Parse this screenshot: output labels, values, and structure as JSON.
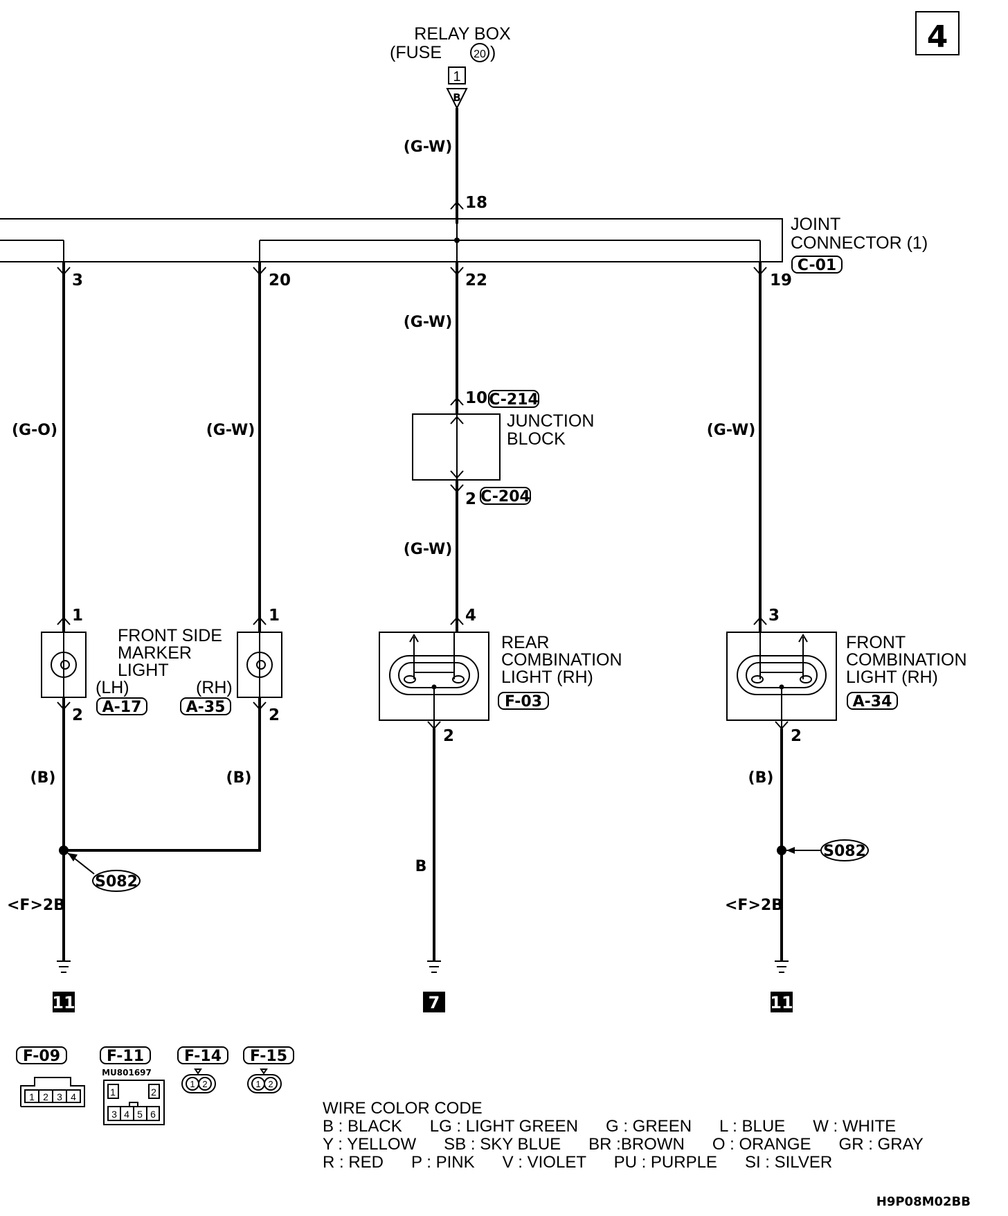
{
  "page_number": "4",
  "relay_box": {
    "line1": "RELAY BOX",
    "line2_prefix": "(FUSE",
    "fuse_no": "20",
    "line2_suffix": ")",
    "pin": "1",
    "arrow_label": "B"
  },
  "joint_connector": {
    "line1": "JOINT",
    "line2": "CONNECTOR (1)",
    "code": "C-01"
  },
  "junction_block": {
    "line1": "JUNCTION",
    "line2": "BLOCK",
    "code_top": "C-214",
    "code_bottom": "C-204"
  },
  "wire_colors": {
    "gw": "(G-W)",
    "go": "(G-O)",
    "b": "(B)",
    "b_plain": "B"
  },
  "pins": {
    "p18": "18",
    "p3": "3",
    "p20": "20",
    "p22": "22",
    "p19": "19",
    "jb_in": "10",
    "jb_out": "2",
    "lh_top": "1",
    "lh_bot": "2",
    "rh_top": "1",
    "rh_bot": "2",
    "rear_top": "4",
    "rear_bot": "2",
    "front_top": "3",
    "front_bot": "2"
  },
  "marker_light": {
    "line1": "FRONT SIDE",
    "line2": "MARKER",
    "line3": "LIGHT",
    "lh": "(LH)",
    "rh": "(RH)",
    "code_lh": "A-17",
    "code_rh": "A-35"
  },
  "rear_combo": {
    "line1": "REAR",
    "line2": "COMBINATION",
    "line3": "LIGHT (RH)",
    "code": "F-03"
  },
  "front_combo": {
    "line1": "FRONT",
    "line2": "COMBINATION",
    "line3": "LIGHT (RH)",
    "code": "A-34"
  },
  "splice": {
    "left": "S082",
    "right": "S082"
  },
  "ground_ref": {
    "left": "<F>2B",
    "right": "<F>2B"
  },
  "ground_ids": {
    "left": "11",
    "middle": "7",
    "right": "11"
  },
  "connectors": [
    {
      "code": "F-09",
      "pins": [
        "1",
        "2",
        "3",
        "4"
      ]
    },
    {
      "code": "F-11",
      "part": "MU801697",
      "pins": [
        "1",
        "2",
        "3",
        "4",
        "5",
        "6"
      ]
    },
    {
      "code": "F-14",
      "pins": [
        "1",
        "2"
      ]
    },
    {
      "code": "F-15",
      "pins": [
        "1",
        "2"
      ]
    }
  ],
  "legend": {
    "title": "WIRE COLOR CODE",
    "row1": "B : BLACK      LG : LIGHT GREEN      G : GREEN      L : BLUE      W : WHITE",
    "row2": "Y : YELLOW      SB : SKY BLUE      BR :BROWN      O : ORANGE      GR : GRAY",
    "row3": "R : RED      P : PINK      V : VIOLET      PU : PURPLE      SI : SILVER"
  },
  "diagram_code": "H9P08M02BB"
}
